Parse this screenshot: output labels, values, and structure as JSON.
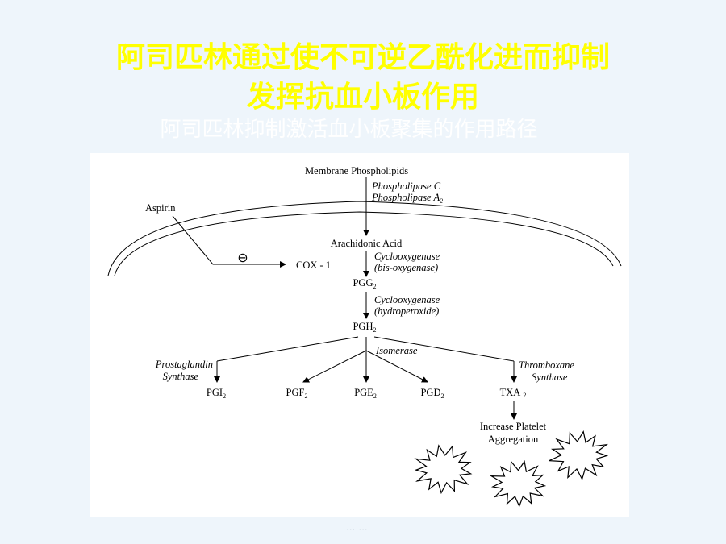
{
  "slide": {
    "title_line1": "阿司匹林通过使不可逆乙酰化进而抑制",
    "title_line2": "发挥抗血小板作用",
    "subtitle": "阿司匹林抑制激活血小板聚集的作用路径",
    "footer": "· · · · · · ·"
  },
  "diagram": {
    "membrane": "Membrane Phospholipids",
    "enzyme1a": "Phospholipase C",
    "enzyme1b": "Phospholipase A",
    "enzyme1b_sub": "2",
    "aspirin": "Aspirin",
    "inhibit_symbol": "⊖",
    "arachidonic": "Arachidonic Acid",
    "cox": "COX - 1",
    "cox_enzyme1": "Cyclooxygenase",
    "cox_enzyme1b": "(bis-oxygenase)",
    "pgg": "PGG",
    "pgg_sub": "2",
    "cox_enzyme2": "Cyclooxygenase",
    "cox_enzyme2b": "(hydroperoxide)",
    "pgh": "PGH",
    "pgh_sub": "2",
    "prost_a": "Prostaglandin",
    "prost_b": "Synthase",
    "isomerase": "Isomerase",
    "thromb_a": "Thromboxane",
    "thromb_b": "Synthase",
    "pgi": "PGI",
    "pgi_sub": "2",
    "pgf": "PGF",
    "pgf_sub": "2",
    "pge": "PGE",
    "pge_sub": "2",
    "pgd": "PGD",
    "pgd_sub": "2",
    "txa": "TXA",
    "txa_sub": "2",
    "platelet_a": "Increase Platelet",
    "platelet_b": "Aggregation"
  }
}
